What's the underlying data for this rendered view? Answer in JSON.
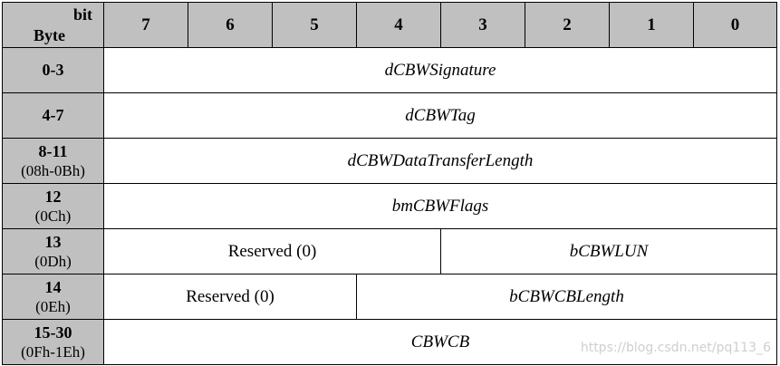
{
  "header": {
    "corner_bit": "bit",
    "corner_byte": "Byte",
    "bits": [
      "7",
      "6",
      "5",
      "4",
      "3",
      "2",
      "1",
      "0"
    ]
  },
  "rows": [
    {
      "byte": "0-3",
      "hex": "",
      "field": "dCBWSignature"
    },
    {
      "byte": "4-7",
      "hex": "",
      "field": "dCBWTag"
    },
    {
      "byte": "8-11",
      "hex": "(08h-0Bh)",
      "field": "dCBWDataTransferLength"
    },
    {
      "byte": "12",
      "hex": "(0Ch)",
      "field": "bmCBWFlags"
    },
    {
      "byte": "13",
      "hex": "(0Dh)",
      "reserved": "Reserved (0)",
      "field": "bCBWLUN"
    },
    {
      "byte": "14",
      "hex": "(0Eh)",
      "reserved": "Reserved (0)",
      "field": "bCBWCBLength"
    },
    {
      "byte": "15-30",
      "hex": "(0Fh-1Eh)",
      "field": "CBWCB"
    }
  ],
  "watermark": "https://blog.csdn.net/pq113_6"
}
